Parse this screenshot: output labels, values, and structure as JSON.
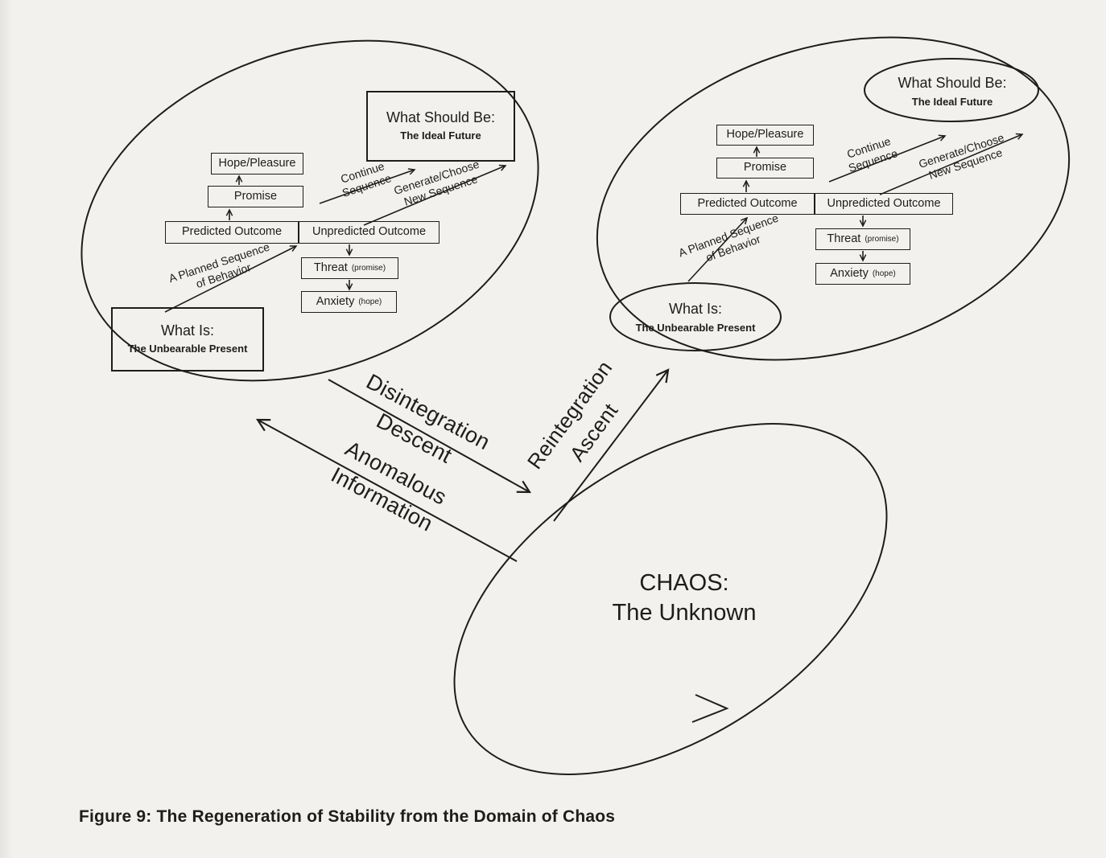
{
  "colors": {
    "ink": "#1d1d1b",
    "paper": "#f2f1ee"
  },
  "caption": "Figure 9: The Regeneration of Stability from the Domain of Chaos",
  "world": {
    "what_should_be_title": "What Should Be:",
    "what_should_be_sub": "The Ideal Future",
    "hope_pleasure": "Hope/Pleasure",
    "promise": "Promise",
    "predicted_outcome": "Predicted Outcome",
    "unpredicted_outcome": "Unpredicted Outcome",
    "threat": "Threat",
    "threat_note": "(promise)",
    "anxiety": "Anxiety",
    "anxiety_note": "(hope)",
    "what_is_title": "What Is:",
    "what_is_sub": "The Unbearable Present",
    "planned_seq_line1": "A Planned Sequence",
    "planned_seq_line2": "of Behavior",
    "continue_line1": "Continue",
    "continue_line2": "Sequence",
    "generate_line1": "Generate/Choose",
    "generate_line2": "New Sequence"
  },
  "chaos": {
    "title": "CHAOS:",
    "subtitle": "The Unknown"
  },
  "transitions": {
    "disintegration_line1": "Disintegration",
    "disintegration_line2": "Descent",
    "anomalous_line1": "Anomalous",
    "anomalous_line2": "Information",
    "reintegration_line1": "Reintegration",
    "reintegration_line2": "Ascent"
  }
}
